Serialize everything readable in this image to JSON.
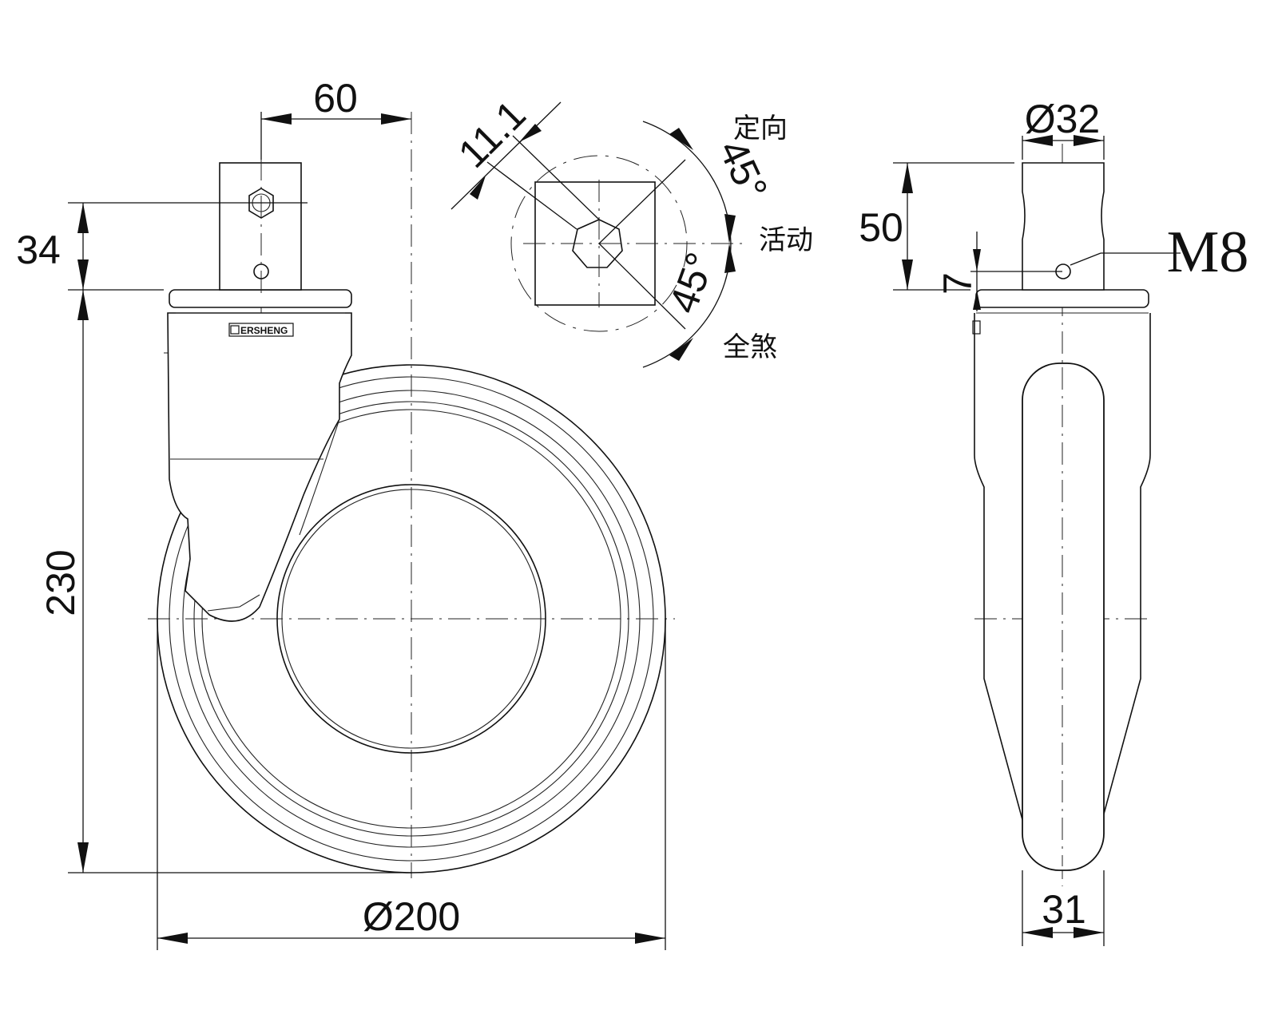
{
  "dimensions": {
    "offset": "60",
    "stem_hole_height": "34",
    "overall_height": "230",
    "wheel_diameter": "Ø200",
    "hex_size": "11.1",
    "angle_upper": "45°",
    "angle_lower": "45°",
    "stem_diameter": "Ø32",
    "stem_height": "50",
    "hole_offset": "7",
    "thread": "M8",
    "wheel_width": "31"
  },
  "positions": {
    "directional": "定向",
    "swivel": "活动",
    "total_brake": "全煞"
  },
  "logo": "ERSHENG"
}
